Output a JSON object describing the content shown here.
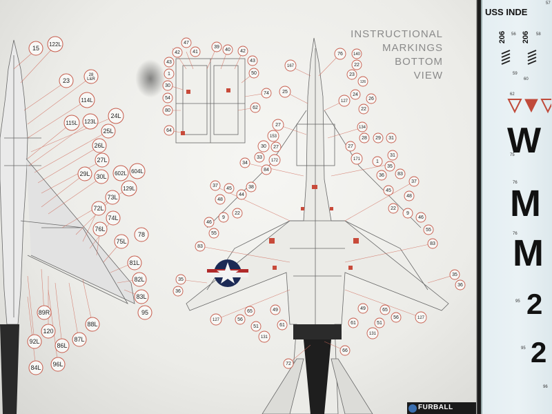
{
  "title_lines": [
    "INSTRUCTIONAL",
    "MARKINGS",
    "BOTTOM",
    "VIEW"
  ],
  "brand": "FURBALL",
  "decal": {
    "ship_name": "USS INDE",
    "top_number": "57",
    "modex_a": "206",
    "modex_b": "206",
    "num_56": "56",
    "num_58": "58",
    "num_59": "59",
    "num_60": "60",
    "num_62": "62",
    "num_75": "75",
    "num_76a": "76",
    "num_76b": "76",
    "num_95a": "95",
    "num_95b": "95",
    "num_96": "96",
    "big_w": "W",
    "big_m1": "M",
    "big_m2": "M",
    "big_2a": "2",
    "big_2b": "2"
  },
  "callouts_left": [
    "15",
    "122L",
    "23",
    "28\nL&R",
    "114L",
    "24L",
    "115L",
    "123L",
    "25L",
    "26L",
    "27L",
    "29L",
    "30L",
    "602L",
    "604L",
    "129L",
    "73L",
    "72L",
    "74L",
    "76L",
    "78",
    "75L",
    "81L",
    "82L",
    "83L",
    "95",
    "89R",
    "88L",
    "120",
    "92L",
    "86L",
    "87L",
    "84L",
    "96L"
  ],
  "callouts_center": [
    "47",
    "41",
    "39",
    "40",
    "42",
    "42",
    "43",
    "43",
    "1",
    "50",
    "30",
    "54",
    "80",
    "62",
    "74",
    "64"
  ],
  "callouts_right": [
    "76",
    "140",
    "167",
    "22",
    "23",
    "126",
    "25",
    "127",
    "24",
    "26",
    "22",
    "27",
    "134",
    "153",
    "29",
    "31",
    "30",
    "27",
    "28",
    "27",
    "172",
    "171",
    "33",
    "31",
    "34",
    "84",
    "1",
    "35",
    "36",
    "83",
    "37",
    "45",
    "38",
    "44",
    "45",
    "37",
    "48",
    "48",
    "22",
    "9",
    "22",
    "9",
    "46",
    "46",
    "55",
    "55",
    "83",
    "83",
    "35",
    "35",
    "36",
    "36",
    "127",
    "127",
    "56",
    "65",
    "49",
    "61",
    "51",
    "131",
    "49",
    "65",
    "51",
    "61",
    "56",
    "131",
    "72",
    "66"
  ]
}
